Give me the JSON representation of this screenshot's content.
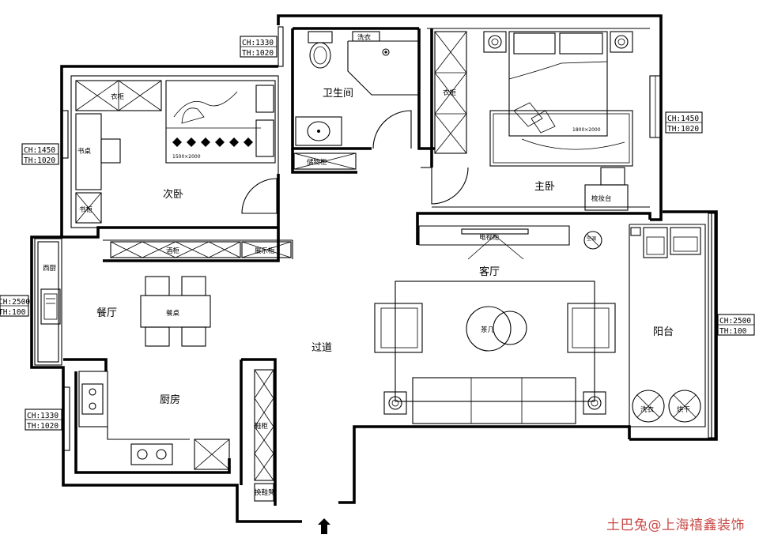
{
  "rooms": {
    "bathroom": "卫生间",
    "master_bedroom": "主卧",
    "second_bedroom": "次卧",
    "living_room": "客厅",
    "dining_room": "餐厅",
    "corridor": "过道",
    "kitchen": "厨房",
    "balcony": "阳台"
  },
  "furniture": {
    "wardrobe_second": "衣柜",
    "desk": "书桌",
    "bookshelf": "书柜",
    "bed_size_second": "1500×2000",
    "wine_cabinet": "酒柜",
    "display_cabinet": "展示柜",
    "western_kitchen": "西厨",
    "dining_table": "餐桌",
    "wash_machine": "洗衣",
    "storage_cabinet": "储物柜",
    "wardrobe_master": "衣柜",
    "bed_size_master": "1800×2000",
    "dresser": "梳妆台",
    "tv_cabinet": "电视柜",
    "air_conditioner": "空调",
    "coffee_table": "茶几",
    "laundry": "洗衣",
    "dryer": "烘干",
    "shoe_cabinet": "鞋柜",
    "shoe_bench": "换鞋凳"
  },
  "windows": {
    "bathroom": {
      "ch": "CH:1330",
      "th": "TH:1020"
    },
    "master": {
      "ch": "CH:1450",
      "th": "TH:1020"
    },
    "second": {
      "ch": "CH:1450",
      "th": "TH:1020"
    },
    "west_kitchen": {
      "ch": "CH:2500",
      "th": "TH:100"
    },
    "balcony": {
      "ch": "CH:2500",
      "th": "TH:100"
    },
    "kitchen": {
      "ch": "CH:1330",
      "th": "TH:1020"
    }
  },
  "watermark": "土巴兔@上海禧鑫装饰",
  "icons": {
    "entrance": "entrance-arrow-icon"
  },
  "colors": {
    "line": "#000000",
    "watermark": "#c94a47",
    "background": "#ffffff"
  }
}
